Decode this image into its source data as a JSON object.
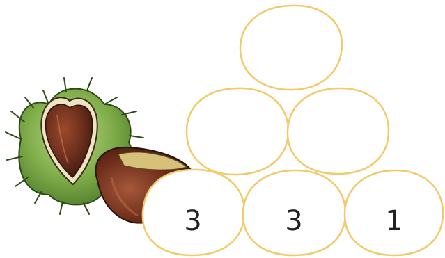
{
  "chestnut_illustration": {
    "icon": "chestnut-illustration"
  },
  "pyramid": {
    "stone_outline_color": "#f2ca6a",
    "stone_fill_color": "#ffffff",
    "rows": [
      {
        "row": "top",
        "cells": [
          {
            "value": ""
          }
        ]
      },
      {
        "row": "middle",
        "cells": [
          {
            "value": ""
          },
          {
            "value": ""
          }
        ]
      },
      {
        "row": "bottom",
        "cells": [
          {
            "value": "3"
          },
          {
            "value": "3"
          },
          {
            "value": "1"
          }
        ]
      }
    ]
  }
}
